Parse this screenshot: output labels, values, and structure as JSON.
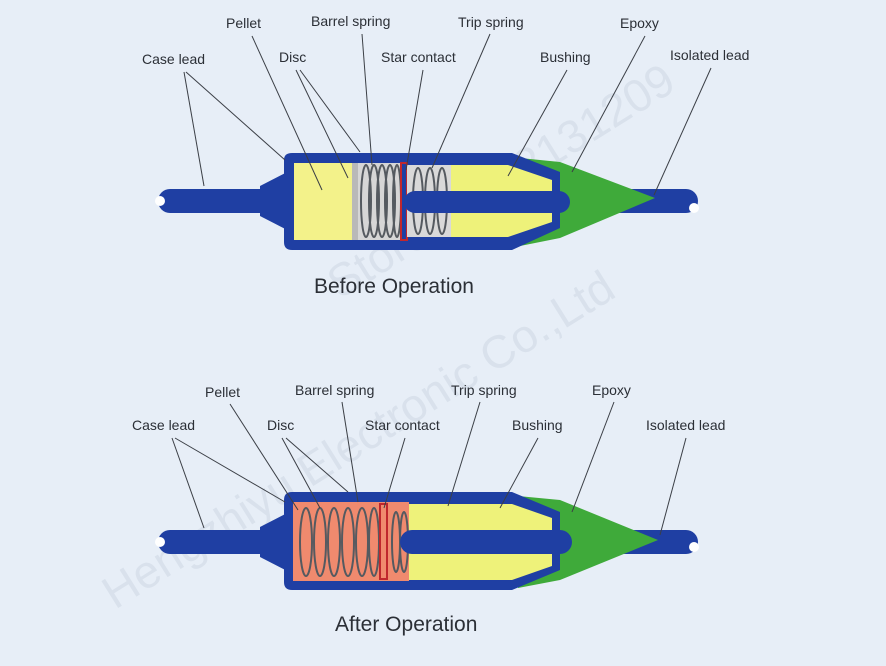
{
  "watermark": {
    "line1": "Store No.: 2131209",
    "line2": "Hengzhiyu Electronic Co.,Ltd"
  },
  "before": {
    "caption": "Before Operation",
    "labels": {
      "case_lead": "Case lead",
      "pellet": "Pellet",
      "disc": "Disc",
      "barrel_spring": "Barrel spring",
      "star_contact": "Star contact",
      "trip_spring": "Trip spring",
      "bushing": "Bushing",
      "epoxy": "Epoxy",
      "isolated_lead": "Isolated lead"
    }
  },
  "after": {
    "caption": "After Operation",
    "labels": {
      "case_lead": "Case lead",
      "pellet": "Pellet",
      "disc": "Disc",
      "barrel_spring": "Barrel spring",
      "star_contact": "Star contact",
      "trip_spring": "Trip spring",
      "bushing": "Bushing",
      "epoxy": "Epoxy",
      "isolated_lead": "Isolated lead"
    }
  },
  "colors": {
    "casing": "#1f3fa3",
    "pellet": "#f3f28a",
    "molten_pellet": "#f08a6e",
    "bushing": "#eef27a",
    "epoxy": "#3faa3a",
    "spring_bg": "#d6d6d6",
    "star_contact": "#c0272d"
  }
}
